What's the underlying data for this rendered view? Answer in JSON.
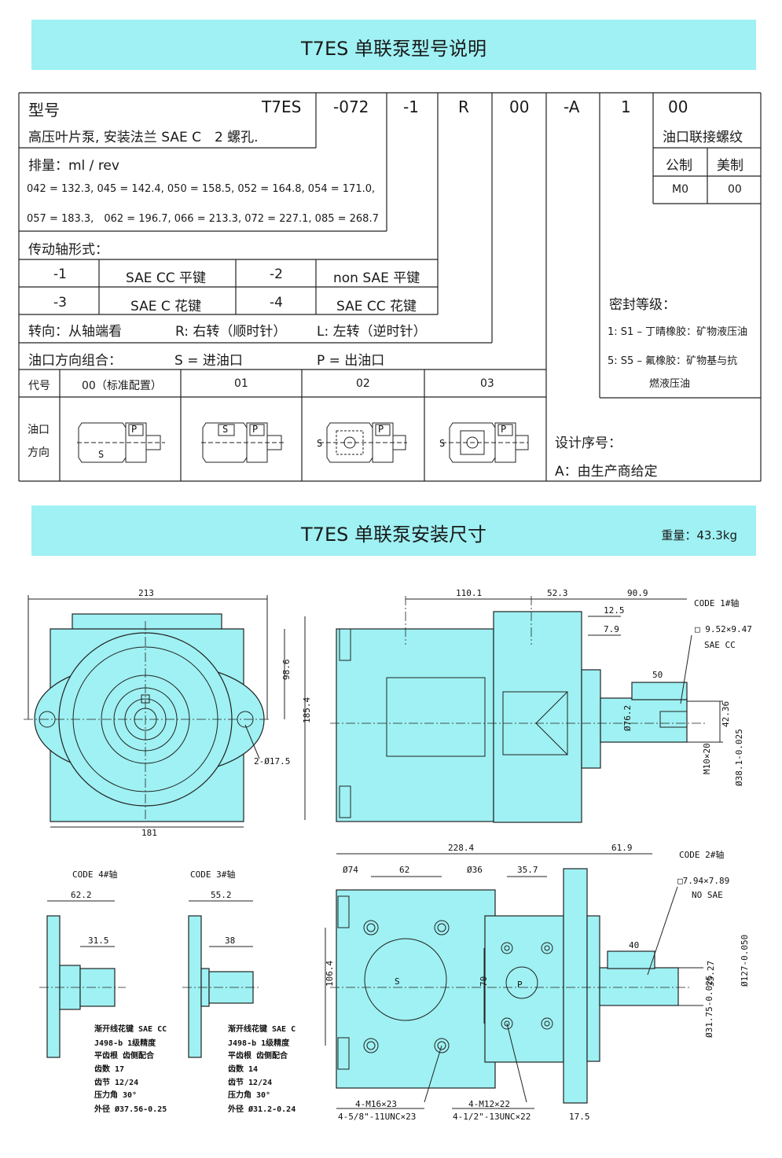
{
  "model_section": {
    "title": "T7ES 单联泵型号说明",
    "code_parts": [
      "T7ES",
      "-072",
      "-1",
      "R",
      "00",
      "-A",
      "1",
      "00"
    ],
    "model_label": "型号",
    "model_desc": "高压叶片泵, 安装法兰 SAE C　2 螺孔.",
    "displacement_label": "排量：ml / rev",
    "displacement_line1": "042 = 132.3, 045 = 142.4, 050 = 158.5, 052 = 164.8, 054 = 171.0,",
    "displacement_line2": "057 = 183.3,　062 = 196.7, 066 = 213.3, 072 = 227.1, 085 = 268.7",
    "shaft_label": "传动轴形式：",
    "shaft_rows": [
      [
        "-1",
        "SAE CC  平键",
        "-2",
        "non SAE  平键"
      ],
      [
        "-3",
        "SAE C  花键",
        "-4",
        "SAE CC 花键"
      ]
    ],
    "rotation": {
      "label": "转向：从轴端看",
      "right": "R:  右转（顺时针）",
      "left": "L:  左转（逆时针）"
    },
    "port": {
      "label": "油口方向组合：",
      "s": "S =  进油口",
      "p": "P =  出油口"
    },
    "port_header": [
      "代号",
      "00（标准配置）",
      "01",
      "02",
      "03"
    ],
    "port_row_label": [
      "油口",
      "方向"
    ],
    "port_marks": {
      "p": "P",
      "s": "S"
    },
    "thread": {
      "code": "00",
      "label": "油口联接螺纹",
      "cols": [
        "公制",
        "美制"
      ],
      "vals": [
        "M0",
        "00"
      ]
    },
    "seal": {
      "label": "密封等级：",
      "s1": "1: S1 – 丁晴橡胶：矿物液压油",
      "s5a": "5: S5 –  氟橡胶：矿物基与抗",
      "s5b": "燃液压油"
    },
    "design": {
      "label": "设计序号：",
      "value": "A：由生产商给定"
    }
  },
  "install_section": {
    "title": "T7ES 单联泵安装尺寸",
    "weight": "重量：43.3kg"
  },
  "drawing": {
    "front": {
      "width": "213",
      "bottom": "181",
      "h1": "98.6",
      "h2": "185.4",
      "holes": "2-Ø17.5"
    },
    "side": {
      "d1": "110.1",
      "d2": "52.3",
      "d3": "90.9",
      "d4": "12.5",
      "d5": "7.9",
      "d6": "50",
      "dia76": "Ø76.2",
      "d7": "42.36",
      "m": "M10×20",
      "dia38": "Ø38.1-0.025"
    },
    "code1": {
      "title": "CODE 1#轴",
      "key": "□ 9.52×9.47",
      "std": "SAE CC"
    },
    "code2": {
      "title": "CODE 2#轴",
      "key": "□7.94×7.89",
      "std": "NO SAE",
      "len": "40",
      "d": "35.27",
      "dia127": "Ø127-0.050",
      "dia31": "Ø31.75-0.025"
    },
    "code3": {
      "title": "CODE 3#轴",
      "l1": "55.2",
      "l2": "38",
      "specs": [
        "渐开线花键 SAE C",
        "J498-b  1级精度",
        "平齿根  齿侧配合",
        "齿数    14",
        "齿节    12/24",
        "压力角  30°",
        "外径    Ø31.2-0.24"
      ]
    },
    "code4": {
      "title": "CODE 4#轴",
      "l1": "62.2",
      "l2": "31.5",
      "specs": [
        "渐开线花键 SAE CC",
        "J498-b  1级精度",
        "平齿根  齿侧配合",
        "齿数    17",
        "齿节    12/24",
        "压力角  30°",
        "外径    Ø37.56-0.25"
      ]
    },
    "bottom": {
      "l1": "228.4",
      "l2": "61.9",
      "d74": "Ø74",
      "d62": "62",
      "d36": "Ø36",
      "d357": "35.7",
      "d106": "106.4",
      "d70": "70",
      "s": "S",
      "p": "P",
      "bolt1a": "4-M16×23",
      "bolt1b": "4-5/8\"-11UNC×23",
      "bolt2a": "4-M12×22",
      "bolt2b": "4-1/2\"-13UNC×22",
      "d175": "17.5"
    }
  }
}
